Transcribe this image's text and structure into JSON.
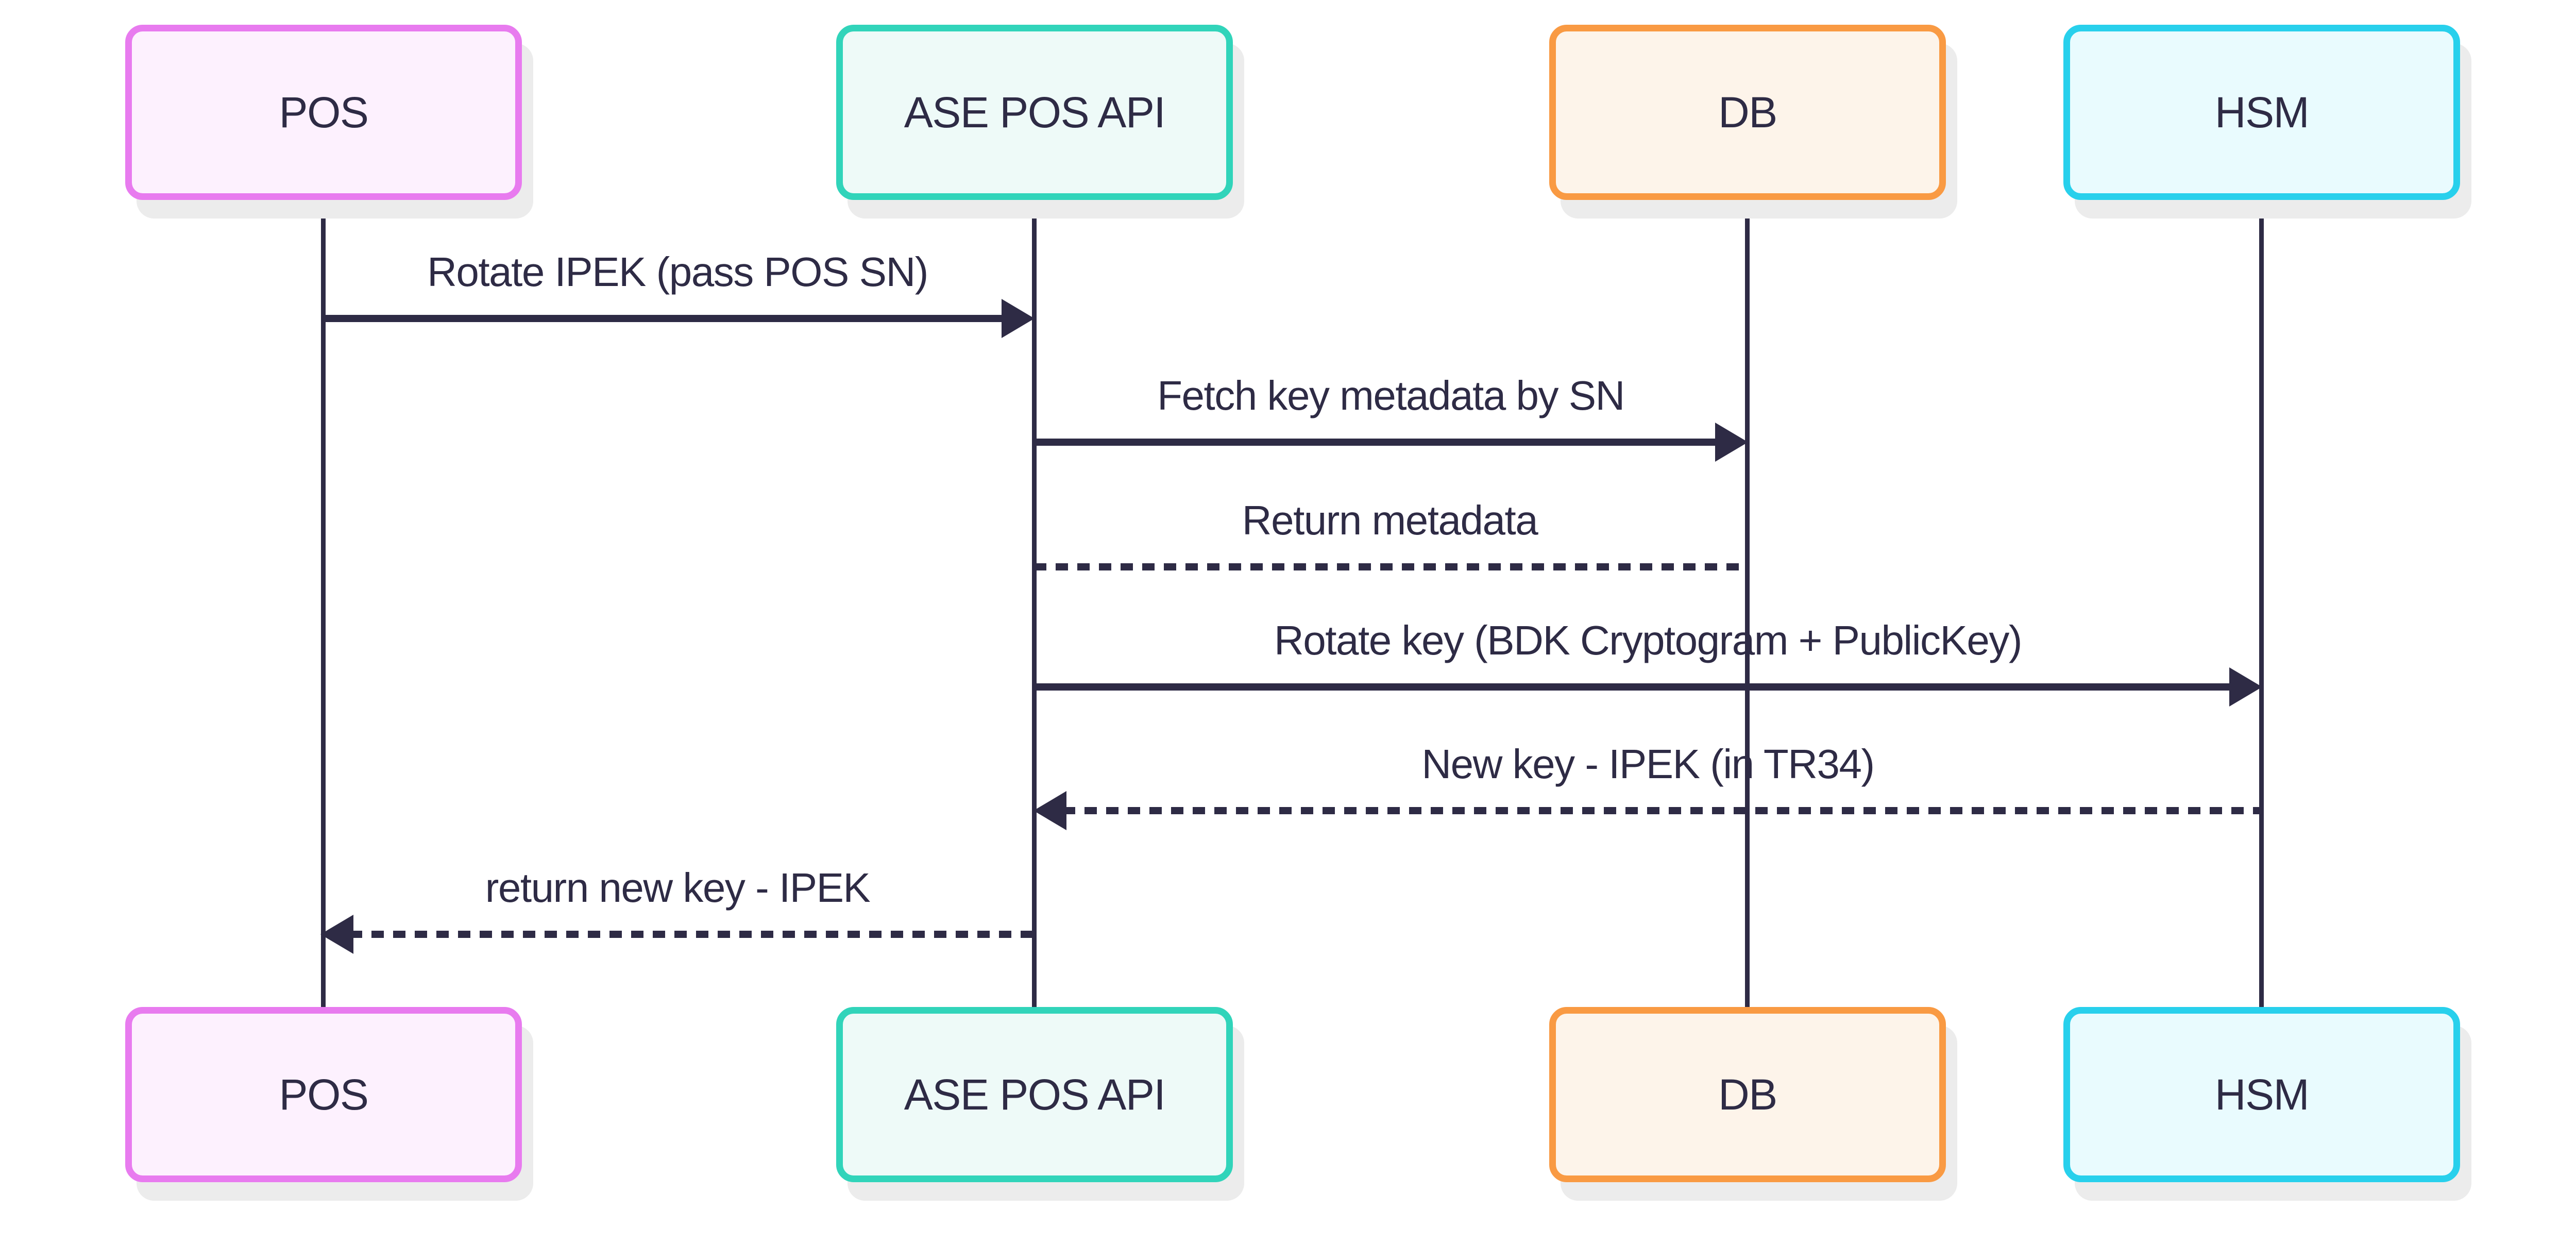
{
  "diagram": {
    "type": "sequence-diagram",
    "background_color": "#ffffff",
    "ink_color": "#2e2b45",
    "shadow_color": "#ececec"
  },
  "actors": [
    {
      "id": "pos",
      "label": "POS",
      "border_color": "#e87bef",
      "fill_color": "#fdf1fe"
    },
    {
      "id": "ase-pos-api",
      "label": "ASE POS API",
      "border_color": "#31d4ba",
      "fill_color": "#eefaf8"
    },
    {
      "id": "db",
      "label": "DB",
      "border_color": "#f99a43",
      "fill_color": "#fdf4ea"
    },
    {
      "id": "hsm",
      "label": "HSM",
      "border_color": "#28d0ec",
      "fill_color": "#e9fbfe"
    }
  ],
  "messages": [
    {
      "text": "Rotate IPEK (pass POS SN)",
      "from": "POS",
      "to": "ASE POS API",
      "line": "solid",
      "arrowhead": "filled-right"
    },
    {
      "text": "Fetch key metadata by SN",
      "from": "ASE POS API",
      "to": "DB",
      "line": "solid",
      "arrowhead": "filled-right"
    },
    {
      "text": "Return metadata",
      "from": "DB",
      "to": "ASE POS API",
      "line": "dotted",
      "arrowhead": "none"
    },
    {
      "text": "Rotate key (BDK Cryptogram + PublicKey)",
      "from": "ASE POS API",
      "to": "HSM",
      "line": "solid",
      "arrowhead": "filled-right"
    },
    {
      "text": "New key - IPEK (in TR34)",
      "from": "HSM",
      "to": "ASE POS API",
      "line": "dotted",
      "arrowhead": "filled-left"
    },
    {
      "text": "return new key - IPEK",
      "from": "ASE POS API",
      "to": "POS",
      "line": "dotted",
      "arrowhead": "filled-left"
    }
  ]
}
